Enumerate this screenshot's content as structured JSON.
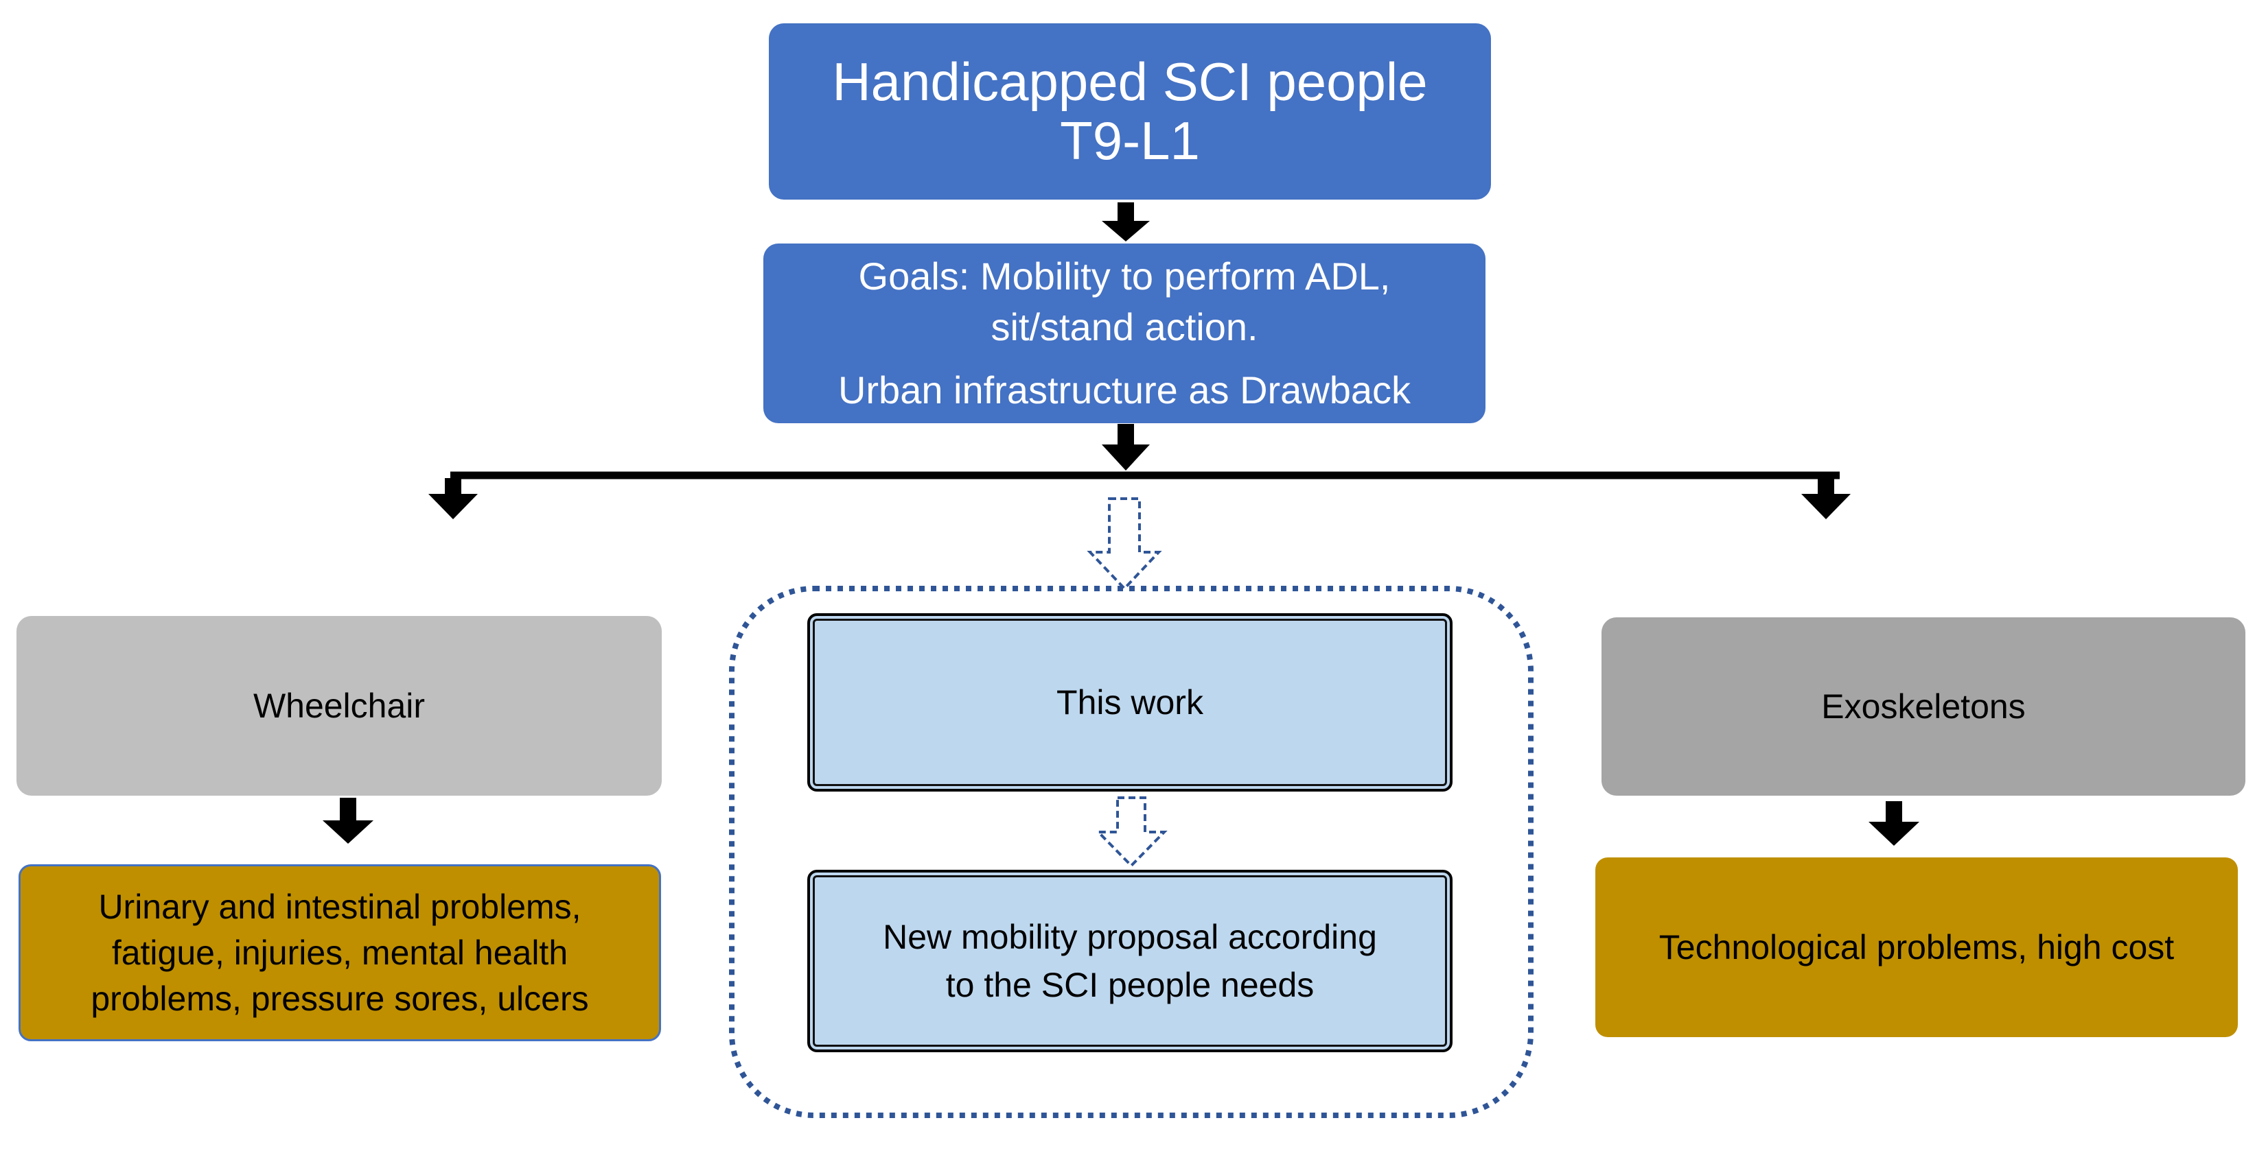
{
  "root": {
    "title_line1": "Handicapped SCI people",
    "title_line2": "T9-L1"
  },
  "goals": {
    "line1": "Goals: Mobility to perform ADL,",
    "line2": "sit/stand action.",
    "line3": "Urban infrastructure as Drawback"
  },
  "left": {
    "label": "Wheelchair",
    "problems_line1": "Urinary and intestinal problems,",
    "problems_line2": "fatigue, injuries, mental health",
    "problems_line3": "problems, pressure sores, ulcers"
  },
  "center": {
    "label": "This work",
    "proposal_line1": "New mobility proposal according",
    "proposal_line2": "to the SCI people needs"
  },
  "right": {
    "label": "Exoskeletons",
    "problems": "Technological problems, high cost"
  },
  "colors": {
    "blue_box": "#4472c4",
    "light_blue_box": "#bdd7ee",
    "gray_light": "#bfbfbf",
    "gray_dark": "#a5a5a5",
    "gold_box": "#bf8f00",
    "dotted_border": "#2f5597",
    "arrow": "#000000"
  }
}
